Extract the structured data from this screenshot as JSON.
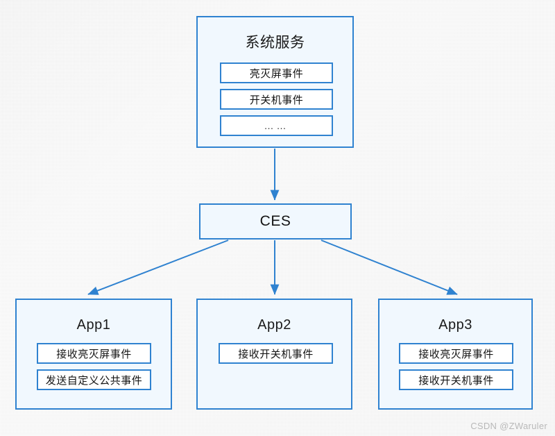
{
  "diagram": {
    "accent_color": "#2f82d0",
    "node_fill": "#f1f8fe",
    "chip_fill": "#ffffff",
    "background": "#f4f4f4",
    "system": {
      "title": "系统服务",
      "chips": [
        "亮灭屏事件",
        "开关机事件",
        "……"
      ]
    },
    "ces": {
      "label": "CES"
    },
    "apps": [
      {
        "title": "App1",
        "chips": [
          "接收亮灭屏事件",
          "发送自定义公共事件"
        ]
      },
      {
        "title": "App2",
        "chips": [
          "接收开关机事件"
        ]
      },
      {
        "title": "App3",
        "chips": [
          "接收亮灭屏事件",
          "接收开关机事件"
        ]
      }
    ],
    "connections": [
      {
        "from": "系统服务",
        "to": "CES"
      },
      {
        "from": "CES",
        "to": "App1"
      },
      {
        "from": "CES",
        "to": "App2"
      },
      {
        "from": "CES",
        "to": "App3"
      }
    ]
  },
  "watermark": {
    "text": "CSDN @ZWaruler"
  }
}
